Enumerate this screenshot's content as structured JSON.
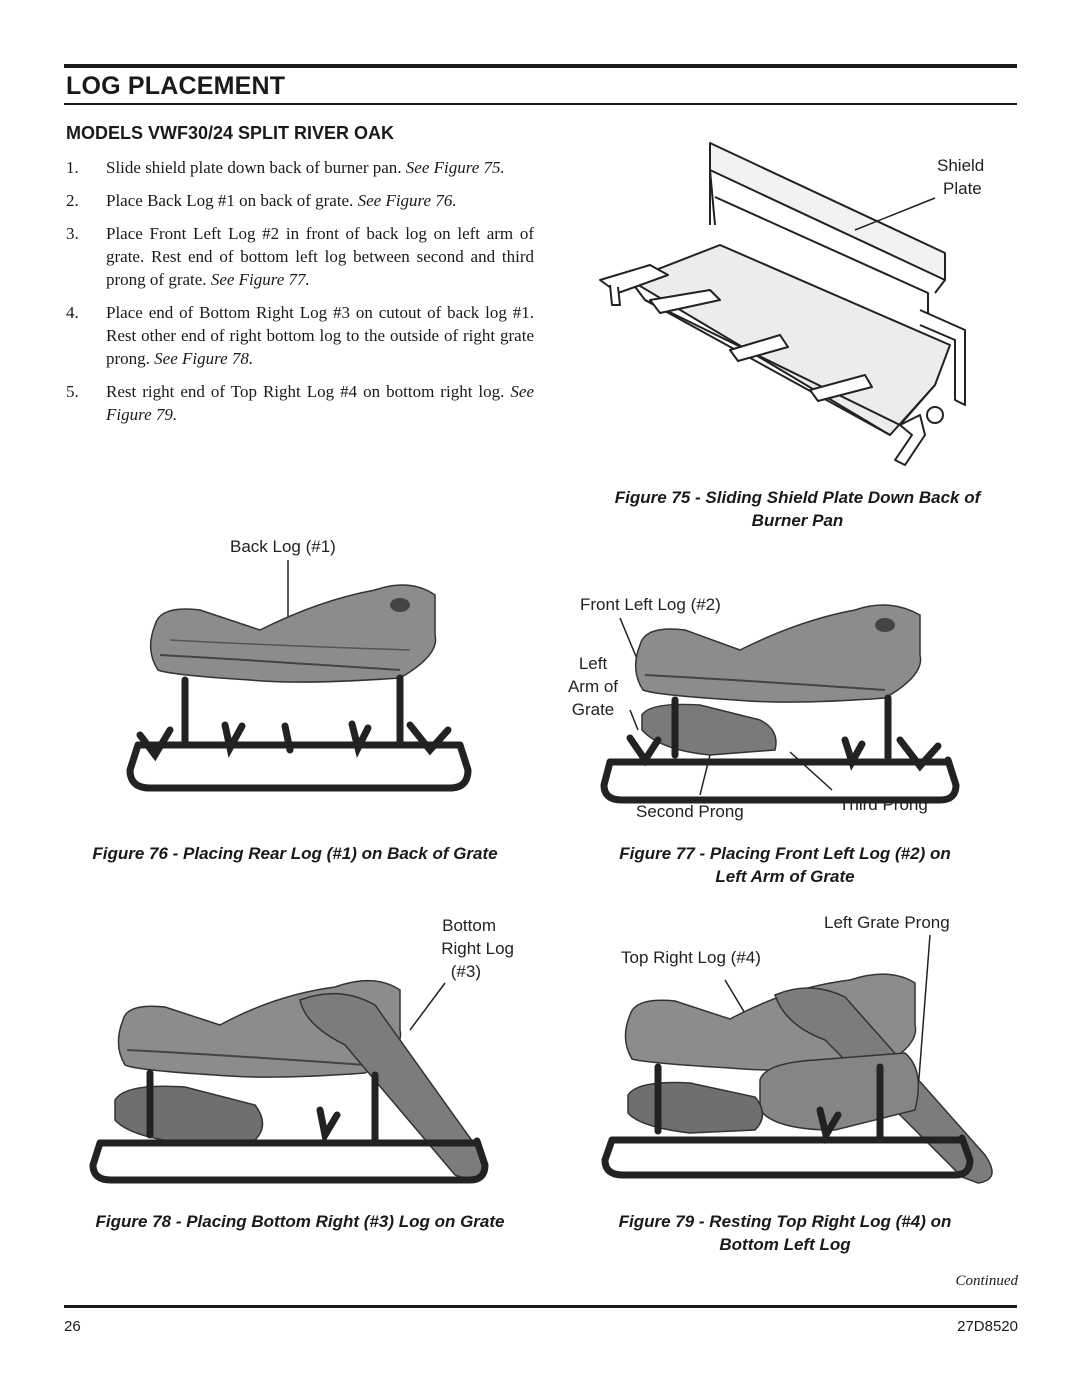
{
  "header": {
    "title": "LOG PLACEMENT"
  },
  "section": {
    "title": "MODELS VWF30/24 SPLIT RIVER OAK"
  },
  "steps": [
    {
      "num": "1.",
      "text": "Slide shield plate down back of burner pan. ",
      "ref": "See Figure 75."
    },
    {
      "num": "2.",
      "text": "Place Back Log #1 on back of grate. ",
      "ref": "See Figure 76."
    },
    {
      "num": "3.",
      "text": "Place Front Left Log #2 in front of back log on left arm of grate. Rest end of bottom left log between second and third prong of grate. ",
      "ref": "See Figure 77."
    },
    {
      "num": "4.",
      "text": "Place end of Bottom Right Log #3 on cutout of back log #1. Rest other end of right bottom log to the outside of right grate prong. ",
      "ref": "See Figure 78."
    },
    {
      "num": "5.",
      "text": "Rest right end of Top Right Log #4 on bottom right log. ",
      "ref": "See Figure 79."
    }
  ],
  "figures": {
    "fig75": {
      "caption_line1": "Figure 75 - Sliding Shield Plate Down Back of",
      "caption_line2": "Burner Pan",
      "label_shield": "Shield",
      "label_plate": "Plate"
    },
    "fig76": {
      "caption": "Figure 76 - Placing Rear Log (#1) on Back of Grate",
      "label_back_log": "Back Log (#1)"
    },
    "fig77": {
      "caption_line1": "Figure 77 - Placing Front Left Log (#2) on",
      "caption_line2": "Left Arm of Grate",
      "label_front_left_log": "Front Left Log (#2)",
      "label_left_arm_1": "Left",
      "label_left_arm_2": "Arm of",
      "label_left_arm_3": "Grate",
      "label_second_prong": "Second Prong",
      "label_third_prong": "Third Prong"
    },
    "fig78": {
      "caption": "Figure 78 - Placing Bottom Right (#3) Log on Grate",
      "label_1": "Bottom",
      "label_2": "Right Log",
      "label_3": "(#3)"
    },
    "fig79": {
      "caption_line1": "Figure 79 - Resting Top Right Log (#4) on",
      "caption_line2": "Bottom Left Log",
      "label_left_grate_prong": "Left Grate Prong",
      "label_top_right_log": "Top Right Log (#4)"
    }
  },
  "footer": {
    "continued": "Continued",
    "page_number": "26",
    "doc_code": "27D8520"
  }
}
